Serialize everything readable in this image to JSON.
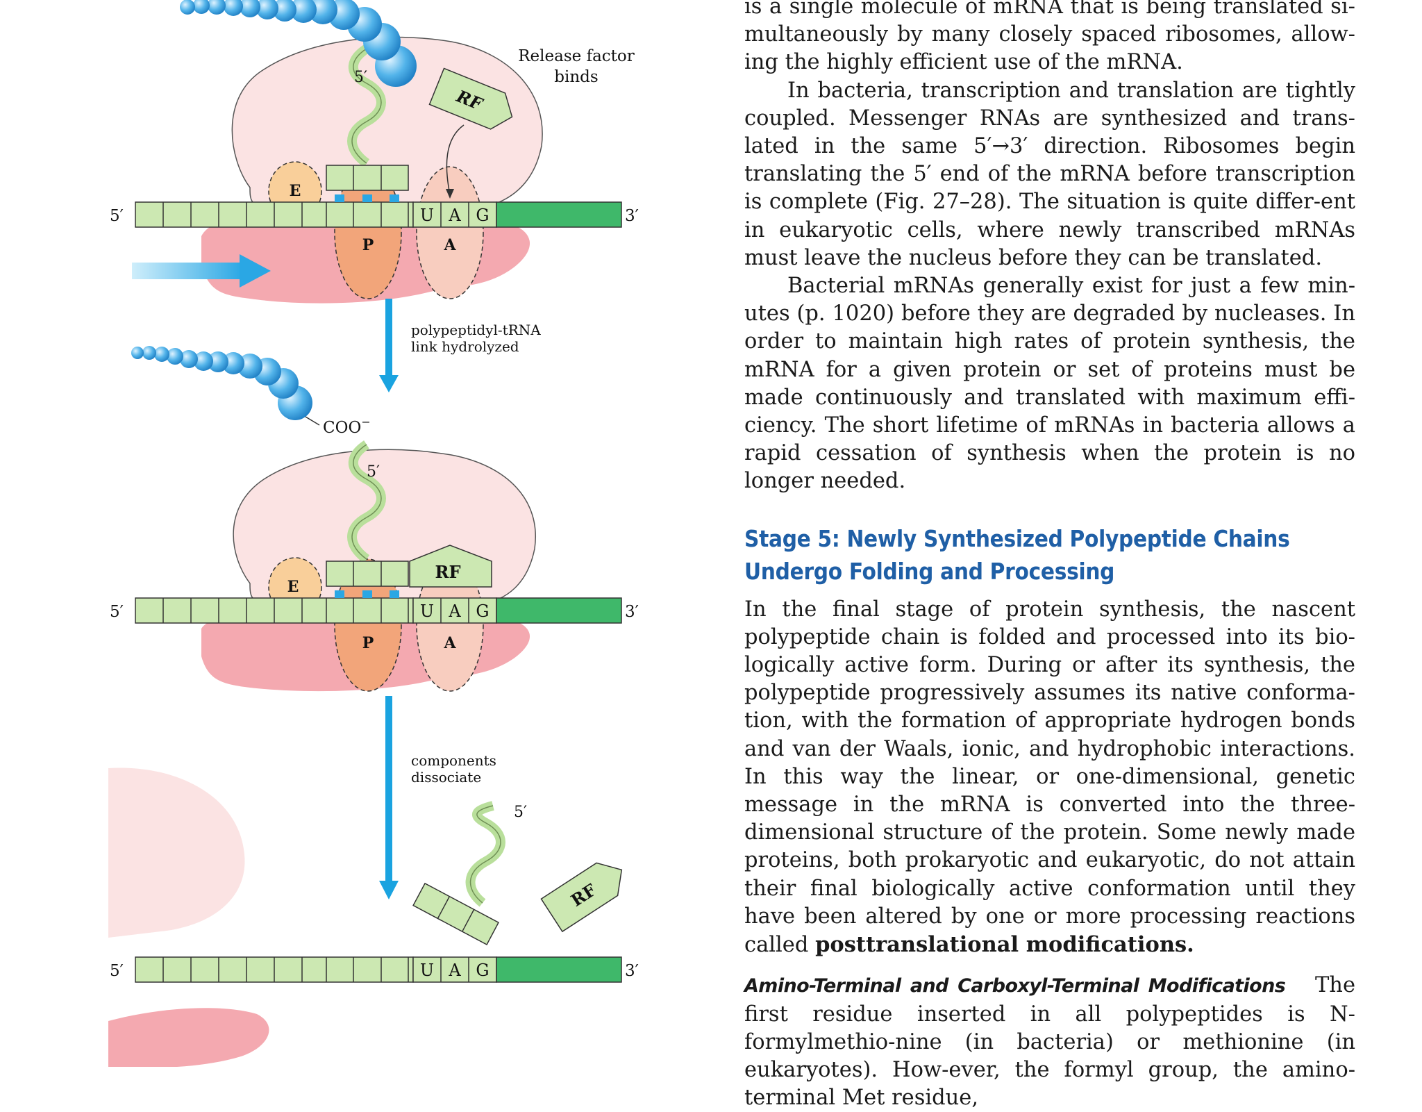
{
  "figure": {
    "release_factor_label_1": "Release factor",
    "release_factor_label_2": "binds",
    "step_hydrolyzed_1": "polypeptidyl-tRNA",
    "step_hydrolyzed_2": "link hydrolyzed",
    "step_dissociate_1": "components",
    "step_dissociate_2": "dissociate",
    "carboxyl_label": "COO",
    "carboxyl_charge": "−",
    "five_prime": "5′",
    "three_prime": "3′",
    "site_e": "E",
    "site_p": "P",
    "site_a": "A",
    "rf": "RF",
    "codon": [
      "U",
      "A",
      "G"
    ],
    "colors": {
      "ribosome_large": "#fbe3e3",
      "ribosome_small": "#f4a9b0",
      "mrna_box": "#cce8b2",
      "mrna_coding": "#3fb86a",
      "site_p": "#f2a57a",
      "site_e": "#f9cf9a",
      "site_a": "#f8cdbf",
      "arrow": "#1aa3e0",
      "polypeptide": "#49a7df",
      "heading": "#1f5fa6"
    }
  },
  "text": {
    "p0": "is a single molecule of mRNA that is being translated si-multaneously by many closely spaced ribosomes, allow-ing the highly efficient use of the mRNA.",
    "p1": "In bacteria, transcription and translation are tightly coupled. Messenger RNAs are synthesized and trans-lated in the same 5′→3′ direction. Ribosomes begin translating the 5′ end of the mRNA before transcription is complete (Fig. 27–28). The situation is quite differ-ent in eukaryotic cells, where newly transcribed mRNAs must leave the nucleus before they can be translated.",
    "p2": "Bacterial mRNAs generally exist for just a few min-utes (p. 1020) before they are degraded by nucleases. In order to maintain high rates of protein synthesis, the mRNA for a given protein or set of proteins must be made continuously and translated with maximum effi-ciency. The short lifetime of mRNAs in bacteria allows a rapid cessation of synthesis when the protein is no longer needed.",
    "heading_1": "Stage 5: Newly Synthesized Polypeptide Chains",
    "heading_2": "Undergo Folding and Processing",
    "p3": "In the final stage of protein synthesis, the nascent polypeptide chain is folded and processed into its bio-logically active form. During or after its synthesis, the polypeptide progressively assumes its native conforma-tion, with the formation of appropriate hydrogen bonds and van der Waals, ionic, and hydrophobic interactions. In this way the linear, or one-dimensional, genetic message in the mRNA is converted into the three-dimensional structure of the protein. Some newly made proteins, both prokaryotic and eukaryotic, do not attain their final biologically active conformation until they have been altered by one or more processing reactions called",
    "p3_bold": "posttranslational modifications.",
    "runin": "Amino-Terminal and Carboxyl-Terminal Modifications",
    "p4": "The first residue inserted in all polypeptides is N-formylmethio-nine (in bacteria) or methionine (in eukaryotes). How-ever, the formyl group, the amino-terminal Met residue,"
  }
}
